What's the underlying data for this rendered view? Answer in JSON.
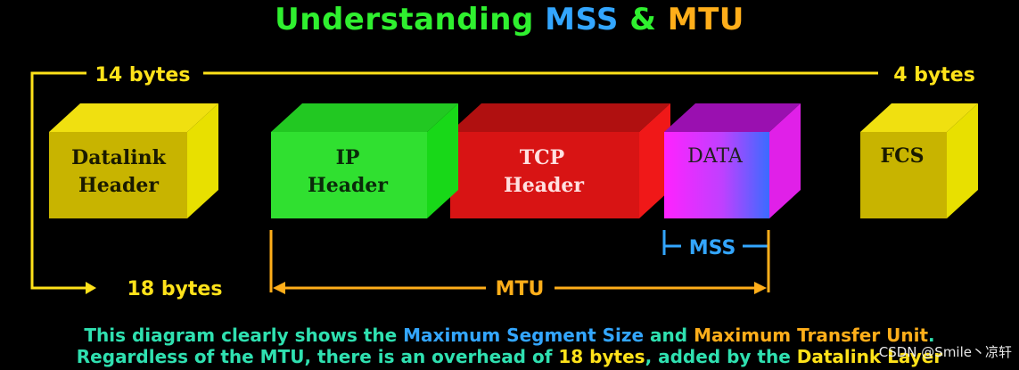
{
  "title": {
    "part1": "Understanding ",
    "part2": "MSS",
    "part3": " & ",
    "part4": "MTU"
  },
  "labels": {
    "top_left_bytes": "14 bytes",
    "top_right_bytes": "4 bytes",
    "bottom_left_bytes": "18 bytes",
    "mss": "MSS",
    "mtu": "MTU"
  },
  "boxes": {
    "datalink_line1": "Datalink",
    "datalink_line2": "Header",
    "ip_line1": "IP",
    "ip_line2": "Header",
    "tcp_line1": "TCP",
    "tcp_line2": "Header",
    "data": "DATA",
    "fcs": "FCS"
  },
  "caption": {
    "line1_a": "This diagram clearly shows the ",
    "line1_b": "Maximum Segment Size",
    "line1_c": " and ",
    "line1_d": "Maximum Transfer Unit",
    "line1_e": ".",
    "line2_a": "Regardless of the MTU, there is an overhead of ",
    "line2_b": "18 bytes",
    "line2_c": ", added by the ",
    "line2_d": "Datalink Layer"
  },
  "watermark": "CSDN @Smile丶凉轩",
  "colors": {
    "yellow": "#ffe21a",
    "green": "#2ff02f",
    "red": "#e01414",
    "magenta": "#ff22ff",
    "blue": "#33a6ff",
    "orange": "#ffae1a",
    "teal": "#2fe0b0"
  }
}
